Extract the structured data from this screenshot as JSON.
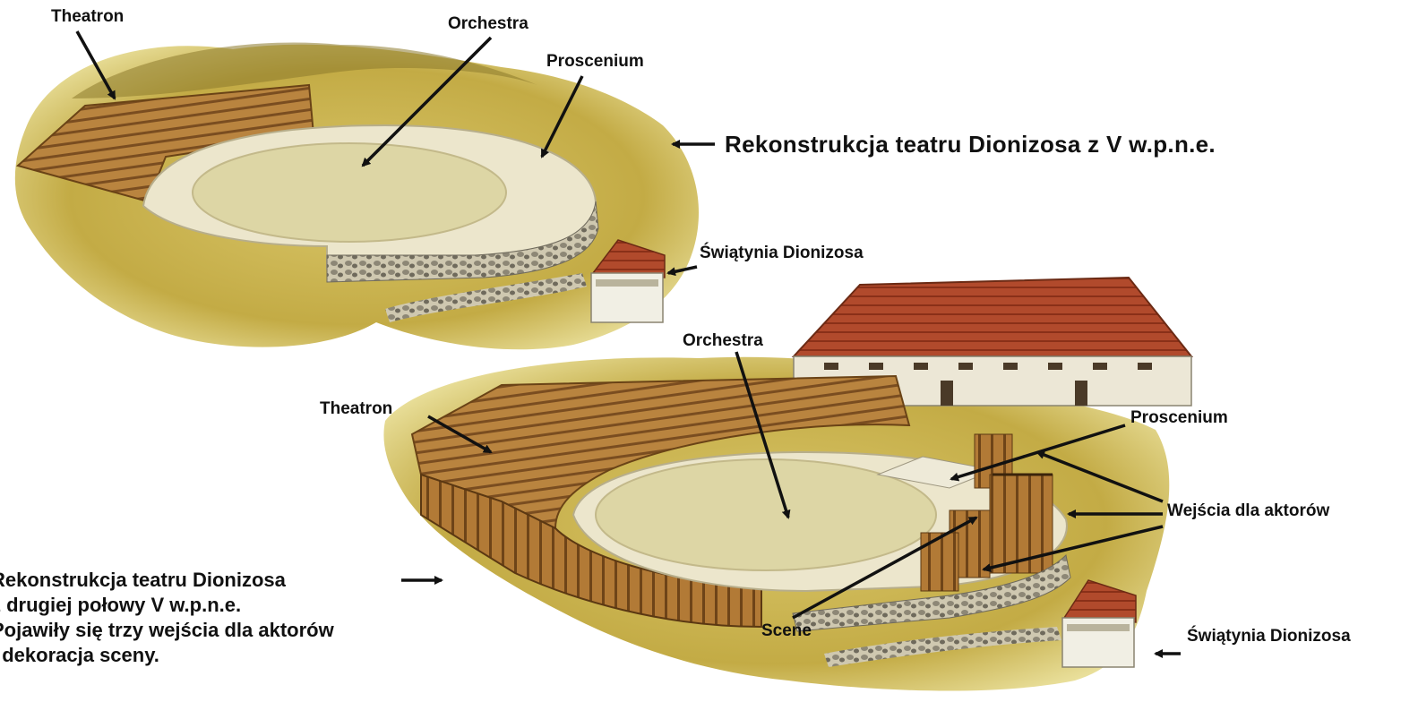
{
  "top": {
    "theatron": "Theatron",
    "orchestra": "Orchestra",
    "proscenium": "Proscenium",
    "caption": "Rekonstrukcja teatru Dionizosa z V w.p.n.e.",
    "temple": "Świątynia Dionizosa"
  },
  "bottom": {
    "orchestra": "Orchestra",
    "theatron": "Theatron",
    "proscenium": "Proscenium",
    "entrances": "Wejścia dla aktorów",
    "scene": "Scene",
    "temple": "Świątynia Dionizosa",
    "caption_lines": [
      "Rekonstrukcja teatru Dionizosa",
      "z drugiej połowy  V w.p.n.e.",
      "Pojawiły się trzy wejścia dla aktorów",
      "i dekoracja sceny."
    ]
  },
  "colors": {
    "grass": "#c9b24a",
    "wood": "#b07a3a",
    "stone": "#e7e2c9",
    "roof": "#a9442a",
    "arrow": "#111111"
  }
}
